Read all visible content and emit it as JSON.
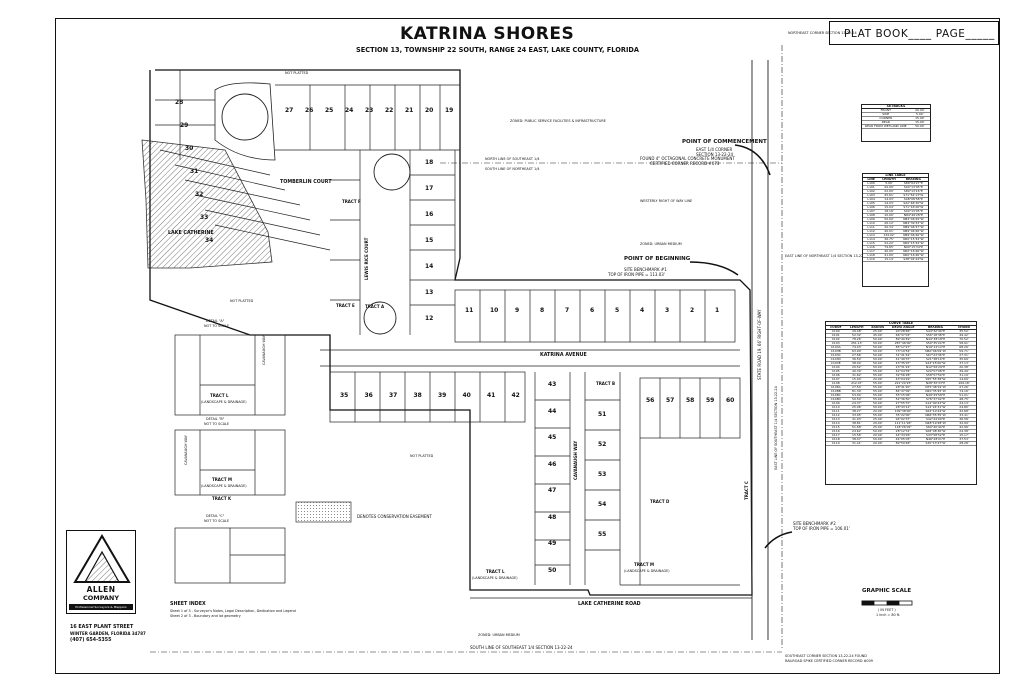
{
  "header": {
    "title": "KATRINA SHORES",
    "subtitle": "SECTION 13, TOWNSHIP 22 SOUTH, RANGE 24 EAST, LAKE COUNTY, FLORIDA",
    "plat_book": "PLAT BOOK____ PAGE_____"
  },
  "callouts": {
    "commencement": "POINT OF COMMENCEMENT",
    "commencement_note1": "EAST 1/4 CORNER",
    "commencement_note2": "SECTION 13-22-24",
    "commencement_note3": "FOUND 4\" OCTAGONAL CONCRETE MONUMENT",
    "commencement_note4": "CERTIFIED CORNER RECORD #073",
    "beginning": "POINT OF BEGINNING",
    "site_benchmark_1": "SITE BENCHMARK #1",
    "site_benchmark_1_note": "TOP OF IRON PIPE = 113.03'",
    "site_benchmark_2": "SITE BENCHMARK #2",
    "site_benchmark_2_note": "TOP OF IRON PIPE = 106.01'",
    "conservation": "DENOTES CONSERVATION EASEMENT",
    "graphic_scale": "GRAPHIC SCALE",
    "scale_note": "( IN FEET )",
    "scale_ratio": "1 inch = 80 ft.",
    "south_line": "SOUTH LINE OF SOUTHEAST 1/4 SECTION 13-22-24",
    "se_corner": "SOUTHEAST CORNER SECTION 13-22-24 FOUND",
    "se_corner2": "RAILROAD SPIKE CERTIFIED CORNER RECORD #009",
    "ne_corner": "NORTHEAST CORNER SECTION 13-22-24",
    "east_line": "EAST LINE OF SOUTHEAST 1/4 SECTION 13-22-24",
    "east_line_ne": "EAST LINE OF NORTHEAST 1/4 SECTION 13-22-24",
    "not_platted": "NOT PLATTED",
    "westerly_row": "WESTERLY RIGHT OF WAY LINE",
    "north_line_se": "NORTH LINE OF SOUTHEAST 1/4",
    "south_line_ne": "SOUTH LINE OF NORTHEAST 1/4",
    "lake_catherine": "LAKE CATHERINE",
    "lake_catherine_road": "LAKE CATHERINE ROAD",
    "state_road": "STATE ROAD 19, 66' RIGHT-OF-WAY",
    "zoned_urban": "ZONED: URBAN MEDIUM",
    "zoned_public": "ZONED: PUBLIC SERVICE FACILITIES & INFRASTRUCTURE"
  },
  "streets": {
    "katrina_avenue": "KATRINA AVENUE",
    "tomberlin_court": "TOMBERLIN COURT",
    "lewis_rice_court": "LEWIS RICE COURT",
    "cavanaugh_way": "CAVANAUGH WAY"
  },
  "tracts": {
    "tract_a": "TRACT A",
    "tract_b": "TRACT B",
    "tract_c": "TRACT C",
    "tract_d": "TRACT D",
    "tract_e": "TRACT E",
    "tract_f": "TRACT F",
    "tract_l": "TRACT L",
    "tract_m": "TRACT M",
    "tract_k": "TRACT K",
    "landscape": "(LANDSCAPE & DRAINAGE)"
  },
  "details": {
    "detail_a": "DETAIL \"A\"",
    "detail_b": "DETAIL \"B\"",
    "detail_c": "DETAIL \"C\"",
    "not_to_scale": "NOT TO SCALE"
  },
  "sheet_index": {
    "title": "SHEET INDEX",
    "line1": "Sheet 1 of 3 - Surveyor's Notes, Legal Description, Dedication and Legend",
    "line2": "Sheet 2 of 3 - Boundary and lot geometry"
  },
  "company": {
    "name": "ALLEN",
    "suffix": "COMPANY",
    "tagline": "Professional Surveyors & Mappers",
    "address1": "16 EAST PLANT STREET",
    "address2": "WINTER GARDEN, FLORIDA 34787",
    "phone": "(407) 654-5355"
  },
  "setback_table": {
    "title": "SETBACKS",
    "rows": [
      [
        "FRONT",
        "20.00'"
      ],
      [
        "SIDE",
        "5.00'"
      ],
      [
        "CORNER",
        "15.00'"
      ],
      [
        "REAR",
        "15.00'"
      ],
      [
        "REAR FROM WETLAND LINE",
        "50.00'"
      ]
    ]
  },
  "line_table": {
    "title": "LINE TABLE",
    "headers": [
      "LINE",
      "LENGTH",
      "BEARING"
    ],
    "rows": [
      [
        "L100",
        "5.00'",
        "S89°04'27\"E"
      ],
      [
        "L101",
        "20.00'",
        "S00°13'05\"E"
      ],
      [
        "L102",
        "22.00'",
        "S89°13'16\"E"
      ],
      [
        "L103",
        "45.61'",
        "S71°54'13\"W"
      ],
      [
        "L104",
        "14.03'",
        "S08°08'58\"E"
      ],
      [
        "L105",
        "14.03'",
        "S22°46'30\"W"
      ],
      [
        "L106",
        "15.04'",
        "S71°16'26\"W"
      ],
      [
        "L107",
        "18.16'",
        "S00°13'05\"E"
      ],
      [
        "L108",
        "10.00'",
        "N84°46'28\"E"
      ],
      [
        "L109",
        "50.00'",
        "N84°46'29\"W"
      ],
      [
        "L110",
        "26.12'",
        "N84°39'33\"W"
      ],
      [
        "L111",
        "20.34'",
        "N89°46'37\"W"
      ],
      [
        "L112",
        "40.01'",
        "N89°46'46\"W"
      ],
      [
        "L113",
        "134.02'",
        "N89°46'46\"W"
      ],
      [
        "L114",
        "36.75'",
        "N00°15'34\"W"
      ],
      [
        "L115",
        "22.22'",
        "N00°15'34\"W"
      ],
      [
        "L116",
        "79.65'",
        "N00°15'34\"E"
      ],
      [
        "L117",
        "40.00'",
        "N00°16'46\"W"
      ],
      [
        "L118",
        "41.00'",
        "N00°16'46\"W"
      ],
      [
        "L119",
        "15.14'",
        "S38°02'44\"W"
      ]
    ]
  },
  "curve_table": {
    "title": "CURVE TABLE",
    "headers": [
      "CURVE",
      "LENGTH",
      "RADIUS",
      "DELTA ANGLE",
      "BEARING",
      "CHORD"
    ],
    "rows": [
      [
        "C100",
        "39.48'",
        "25.00'",
        "90°28'46\"",
        "S44°32'49\"E",
        "35.52'"
      ],
      [
        "C101",
        "52.32'",
        "45.00'",
        "66°37'03\"",
        "S56°18'38\"E",
        "49.42'"
      ],
      [
        "C102",
        "78.26'",
        "50.00'",
        "89°40'49\"",
        "N44°38'18\"E",
        "70.52'"
      ],
      [
        "C103",
        "251.13'",
        "50.00'",
        "287°46'00\"",
        "S50°35'24\"E",
        "58.91'"
      ],
      [
        "C103A",
        "74.43'",
        "50.00'",
        "85°17'27\"",
        "N19°12'12\"E",
        "68.26'"
      ],
      [
        "C103B",
        "63.99'",
        "50.00'",
        "73°19'54\"",
        "N60°06'09\"W",
        "59.71'"
      ],
      [
        "C103C",
        "27.66'",
        "50.00'",
        "31°41'44\"",
        "S67°23'36\"E",
        "27.31'"
      ],
      [
        "C103D",
        "36.50'",
        "50.00'",
        "41°49'37\"",
        "S21°38'19\"E",
        "35.69'"
      ],
      [
        "C103E",
        "38.04'",
        "50.00'",
        "43°35'07\"",
        "S23°15'00\"W",
        "37.13'"
      ],
      [
        "C104",
        "20.52'",
        "50.00'",
        "23°31'24\"",
        "N12°56'29\"E",
        "20.38'"
      ],
      [
        "C105",
        "40.39'",
        "55.00'",
        "42°04'35\"",
        "S20°57'08\"E",
        "39.49'"
      ],
      [
        "C106",
        "31.62'",
        "55.00'",
        "32°56'28\"",
        "S58°57'59\"E",
        "31.19'"
      ],
      [
        "C107",
        "15.04'",
        "20.00'",
        "43°04'29\"",
        "S55°55'38\"W",
        "14.69'"
      ],
      [
        "C108",
        "212.47'",
        "55.00'",
        "221°20'25\"",
        "N28°30'33\"E",
        "109.18'"
      ],
      [
        "C108A",
        "27.54'",
        "55.00'",
        "28°41'20\"",
        "N75°48'19\"W",
        "27.26'"
      ],
      [
        "C108B",
        "81.39'",
        "55.00'",
        "84°47'09\"",
        "N20°35'45\"W",
        "74.16'"
      ],
      [
        "C108C",
        "53.04'",
        "55.00'",
        "55°15'06\"",
        "N49°25'58\"E",
        "51.01'"
      ],
      [
        "C108D",
        "50.50'",
        "55.00'",
        "52°36'50\"",
        "S76°37'02\"E",
        "48.75'"
      ],
      [
        "C109",
        "24.37'",
        "50.00'",
        "27°55'37\"",
        "S14°00'43\"W",
        "24.13'"
      ],
      [
        "C110",
        "25.06'",
        "50.00'",
        "28°43'12\"",
        "S14°24'31\"W",
        "24.80'"
      ],
      [
        "C111",
        "38.27'",
        "20.00'",
        "109°38'00\"",
        "S64°10'44\"W",
        "32.68'"
      ],
      [
        "C112",
        "33.95'",
        "55.00'",
        "35°22'00\"",
        "N66°55'35\"W",
        "33.41'"
      ],
      [
        "C113",
        "41.03'",
        "25.00'",
        "94°02'37\"",
        "S42°44'09\"E",
        "36.58'"
      ],
      [
        "C114",
        "38.81'",
        "20.00'",
        "111°11'26\"",
        "N48°19'28\"W",
        "32.99'"
      ],
      [
        "C115",
        "51.68'",
        "25.00'",
        "118°26'02\"",
        "S60°40'44\"E",
        "42.96'"
      ],
      [
        "C116",
        "24.62'",
        "50.00'",
        "28°12'31\"",
        "S08°48'36\"W",
        "24.38'"
      ],
      [
        "C117",
        "15.56'",
        "20.00'",
        "44°34'26\"",
        "S43°58'52\"E",
        "15.17'"
      ],
      [
        "C118",
        "38.47'",
        "50.00'",
        "44°05'03\"",
        "N46°28'01\"E",
        "37.53'"
      ],
      [
        "C119",
        "31.41'",
        "20.00'",
        "89°59'48\"",
        "S45°13'47\"W",
        "28.28'"
      ]
    ]
  },
  "lots": {
    "row_top": [
      "11",
      "10",
      "9",
      "8",
      "7",
      "6",
      "5",
      "4",
      "3",
      "2",
      "1"
    ],
    "row_south": [
      "35",
      "36",
      "37",
      "38",
      "39",
      "40",
      "41",
      "42"
    ],
    "row_cavanaugh": [
      "43",
      "44",
      "45",
      "46",
      "47",
      "48",
      "49",
      "50"
    ],
    "row_east": [
      "56",
      "57",
      "58",
      "59",
      "60"
    ],
    "row_west": [
      "28",
      "29",
      "30",
      "31",
      "32",
      "33",
      "34"
    ],
    "row_court": [
      "18",
      "17",
      "16",
      "15",
      "14",
      "13",
      "12"
    ],
    "row_north": [
      "27",
      "26",
      "25",
      "24",
      "23",
      "22",
      "21",
      "20",
      "19"
    ],
    "row_tract_d": [
      "51",
      "52",
      "53",
      "54",
      "55"
    ]
  }
}
